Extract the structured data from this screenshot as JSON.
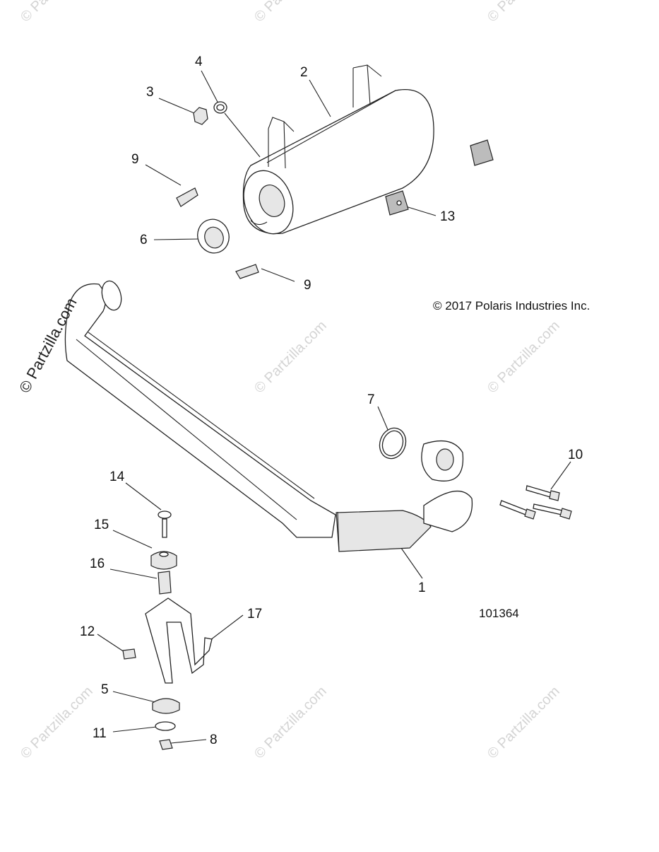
{
  "diagram": {
    "copyright": "© 2017 Polaris Industries Inc.",
    "part_number": "101364",
    "watermark": "© Partzilla.com",
    "side_watermark": "© Partzilla.com",
    "callouts": [
      "1",
      "2",
      "3",
      "4",
      "5",
      "6",
      "7",
      "8",
      "9",
      "9",
      "10",
      "11",
      "12",
      "13",
      "14",
      "15",
      "16",
      "17"
    ]
  }
}
